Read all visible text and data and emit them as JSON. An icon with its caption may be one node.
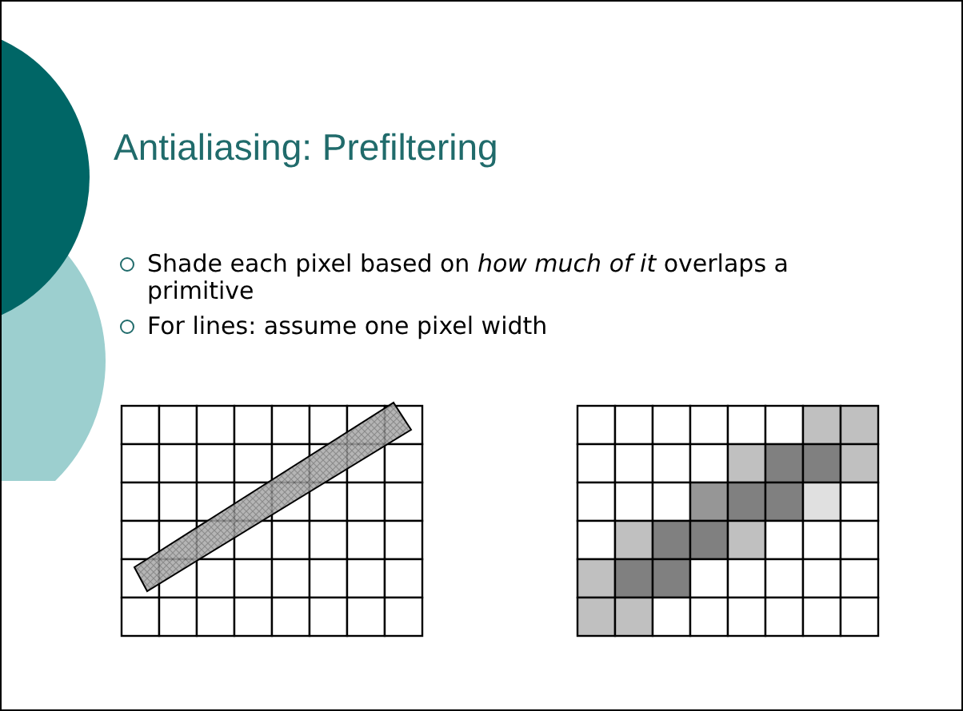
{
  "diagram": {
    "title": "Antialiasing: Prefiltering",
    "labels": [
      "Shade each pixel based on *how much of it* overlaps a primitive",
      "For lines: assume one pixel width"
    ]
  }
}
